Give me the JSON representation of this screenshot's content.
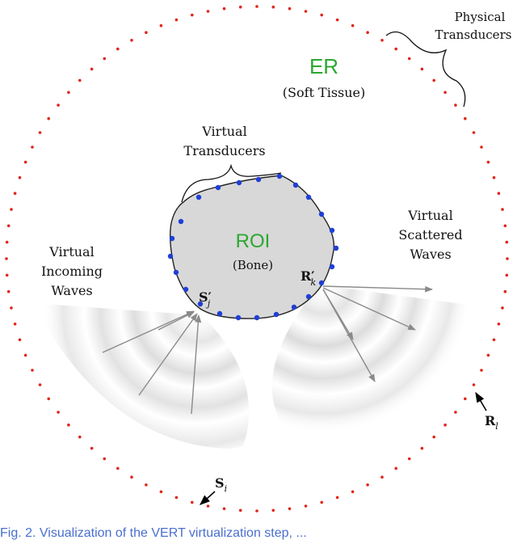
{
  "labels": {
    "er": "ER",
    "er_sub": "(Soft Tissue)",
    "roi": "ROI",
    "roi_sub": "(Bone)",
    "physical_1": "Physical",
    "physical_2": "Transducers",
    "virtual_tr_1": "Virtual",
    "virtual_tr_2": "Transducers",
    "incoming_1": "Virtual",
    "incoming_2": "Incoming",
    "incoming_3": "Waves",
    "scattered_1": "Virtual",
    "scattered_2": "Scattered",
    "scattered_3": "Waves",
    "sj": "S′",
    "sj_sub": "j",
    "rk": "R′",
    "rk_sub": "k",
    "si": "S",
    "si_sub": "i",
    "rl": "R",
    "rl_sub": "l"
  },
  "caption": "Fig. 2.   Visualization of the VERT virtualization step, ..."
}
